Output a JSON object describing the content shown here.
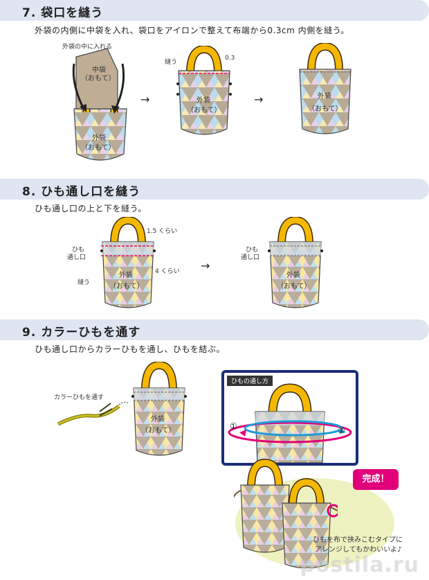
{
  "steps": [
    {
      "title": "7. 袋口を縫う",
      "instruction": "外袋の内側に中袋を入れ、袋口をアイロンで整えて布端から0.3cm 内側を縫う。"
    },
    {
      "title": "8. ひも通し口を縫う",
      "instruction": "ひも通し口の上と下を縫う。"
    },
    {
      "title": "9. カラーひもを通す",
      "instruction": "ひも通し口からカラーひもを通し、ひもを結ぶ。"
    }
  ],
  "step7": {
    "insert_label": "外袋の中に入れる",
    "inner_bag_l1": "中袋",
    "inner_bag_l2": "（おもて）",
    "outer_l1": "外袋",
    "outer_l2": "（おもて）",
    "sew_label": "縫う",
    "measure": "0.3",
    "arrow": "→"
  },
  "step8": {
    "measure_top": "1.5 くらい",
    "measure_bottom": "4 くらい",
    "opening_l1": "ひも",
    "opening_l2": "通し口",
    "sew_label": "縫う",
    "bag_l1": "外袋",
    "bag_l2": "（おもて）",
    "arrow": "→"
  },
  "step9": {
    "thread_label": "カラーひもを通す",
    "bag_l1": "外袋",
    "bag_l2": "（おもて）",
    "how_title": "ひもの通し方",
    "marker1": "①",
    "marker2": "②",
    "done": "完成！",
    "note_l1": "ひもを布で挟みこむタイプに",
    "note_l2": "アレンジしてもかわいいよ♪"
  },
  "watermark": "postila.ru",
  "colors": {
    "band": "#dfe6f2",
    "handle": "#f5b800",
    "handle_outline": "#3a2a10",
    "stitch": "#e0115f",
    "ring_pink": "#e2007a",
    "ring_blue": "#1e9ad6",
    "frame": "#1a2d78"
  }
}
